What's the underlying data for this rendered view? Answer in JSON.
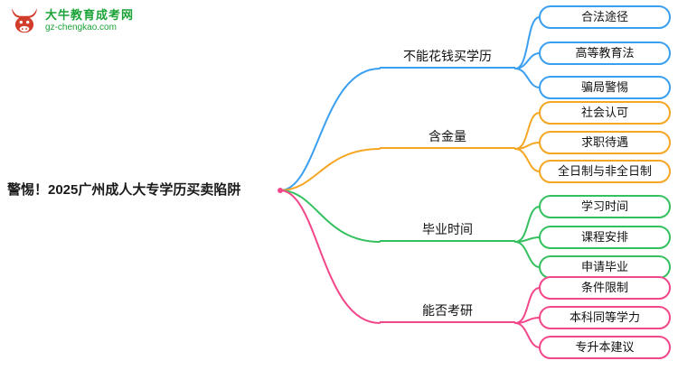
{
  "logo": {
    "title": "大牛教育成考网",
    "url": "gz-chengkao.com",
    "color": "#1ba338"
  },
  "central": {
    "label": "警惕！2025广州成人大专学历买卖陷阱"
  },
  "branches": [
    {
      "label": "不能花钱买学历",
      "color": "#3b9ff0",
      "children": [
        "合法途径",
        "高等教育法",
        "骗局警惕"
      ]
    },
    {
      "label": "含金量",
      "color": "#f5a623",
      "children": [
        "社会认可",
        "求职待遇",
        "全日制与非全日制"
      ]
    },
    {
      "label": "毕业时间",
      "color": "#35c05f",
      "children": [
        "学习时间",
        "课程安排",
        "申请毕业"
      ]
    },
    {
      "label": "能否考研",
      "color": "#f2478a",
      "children": [
        "条件限制",
        "本科同等学力",
        "专升本建议"
      ]
    }
  ]
}
